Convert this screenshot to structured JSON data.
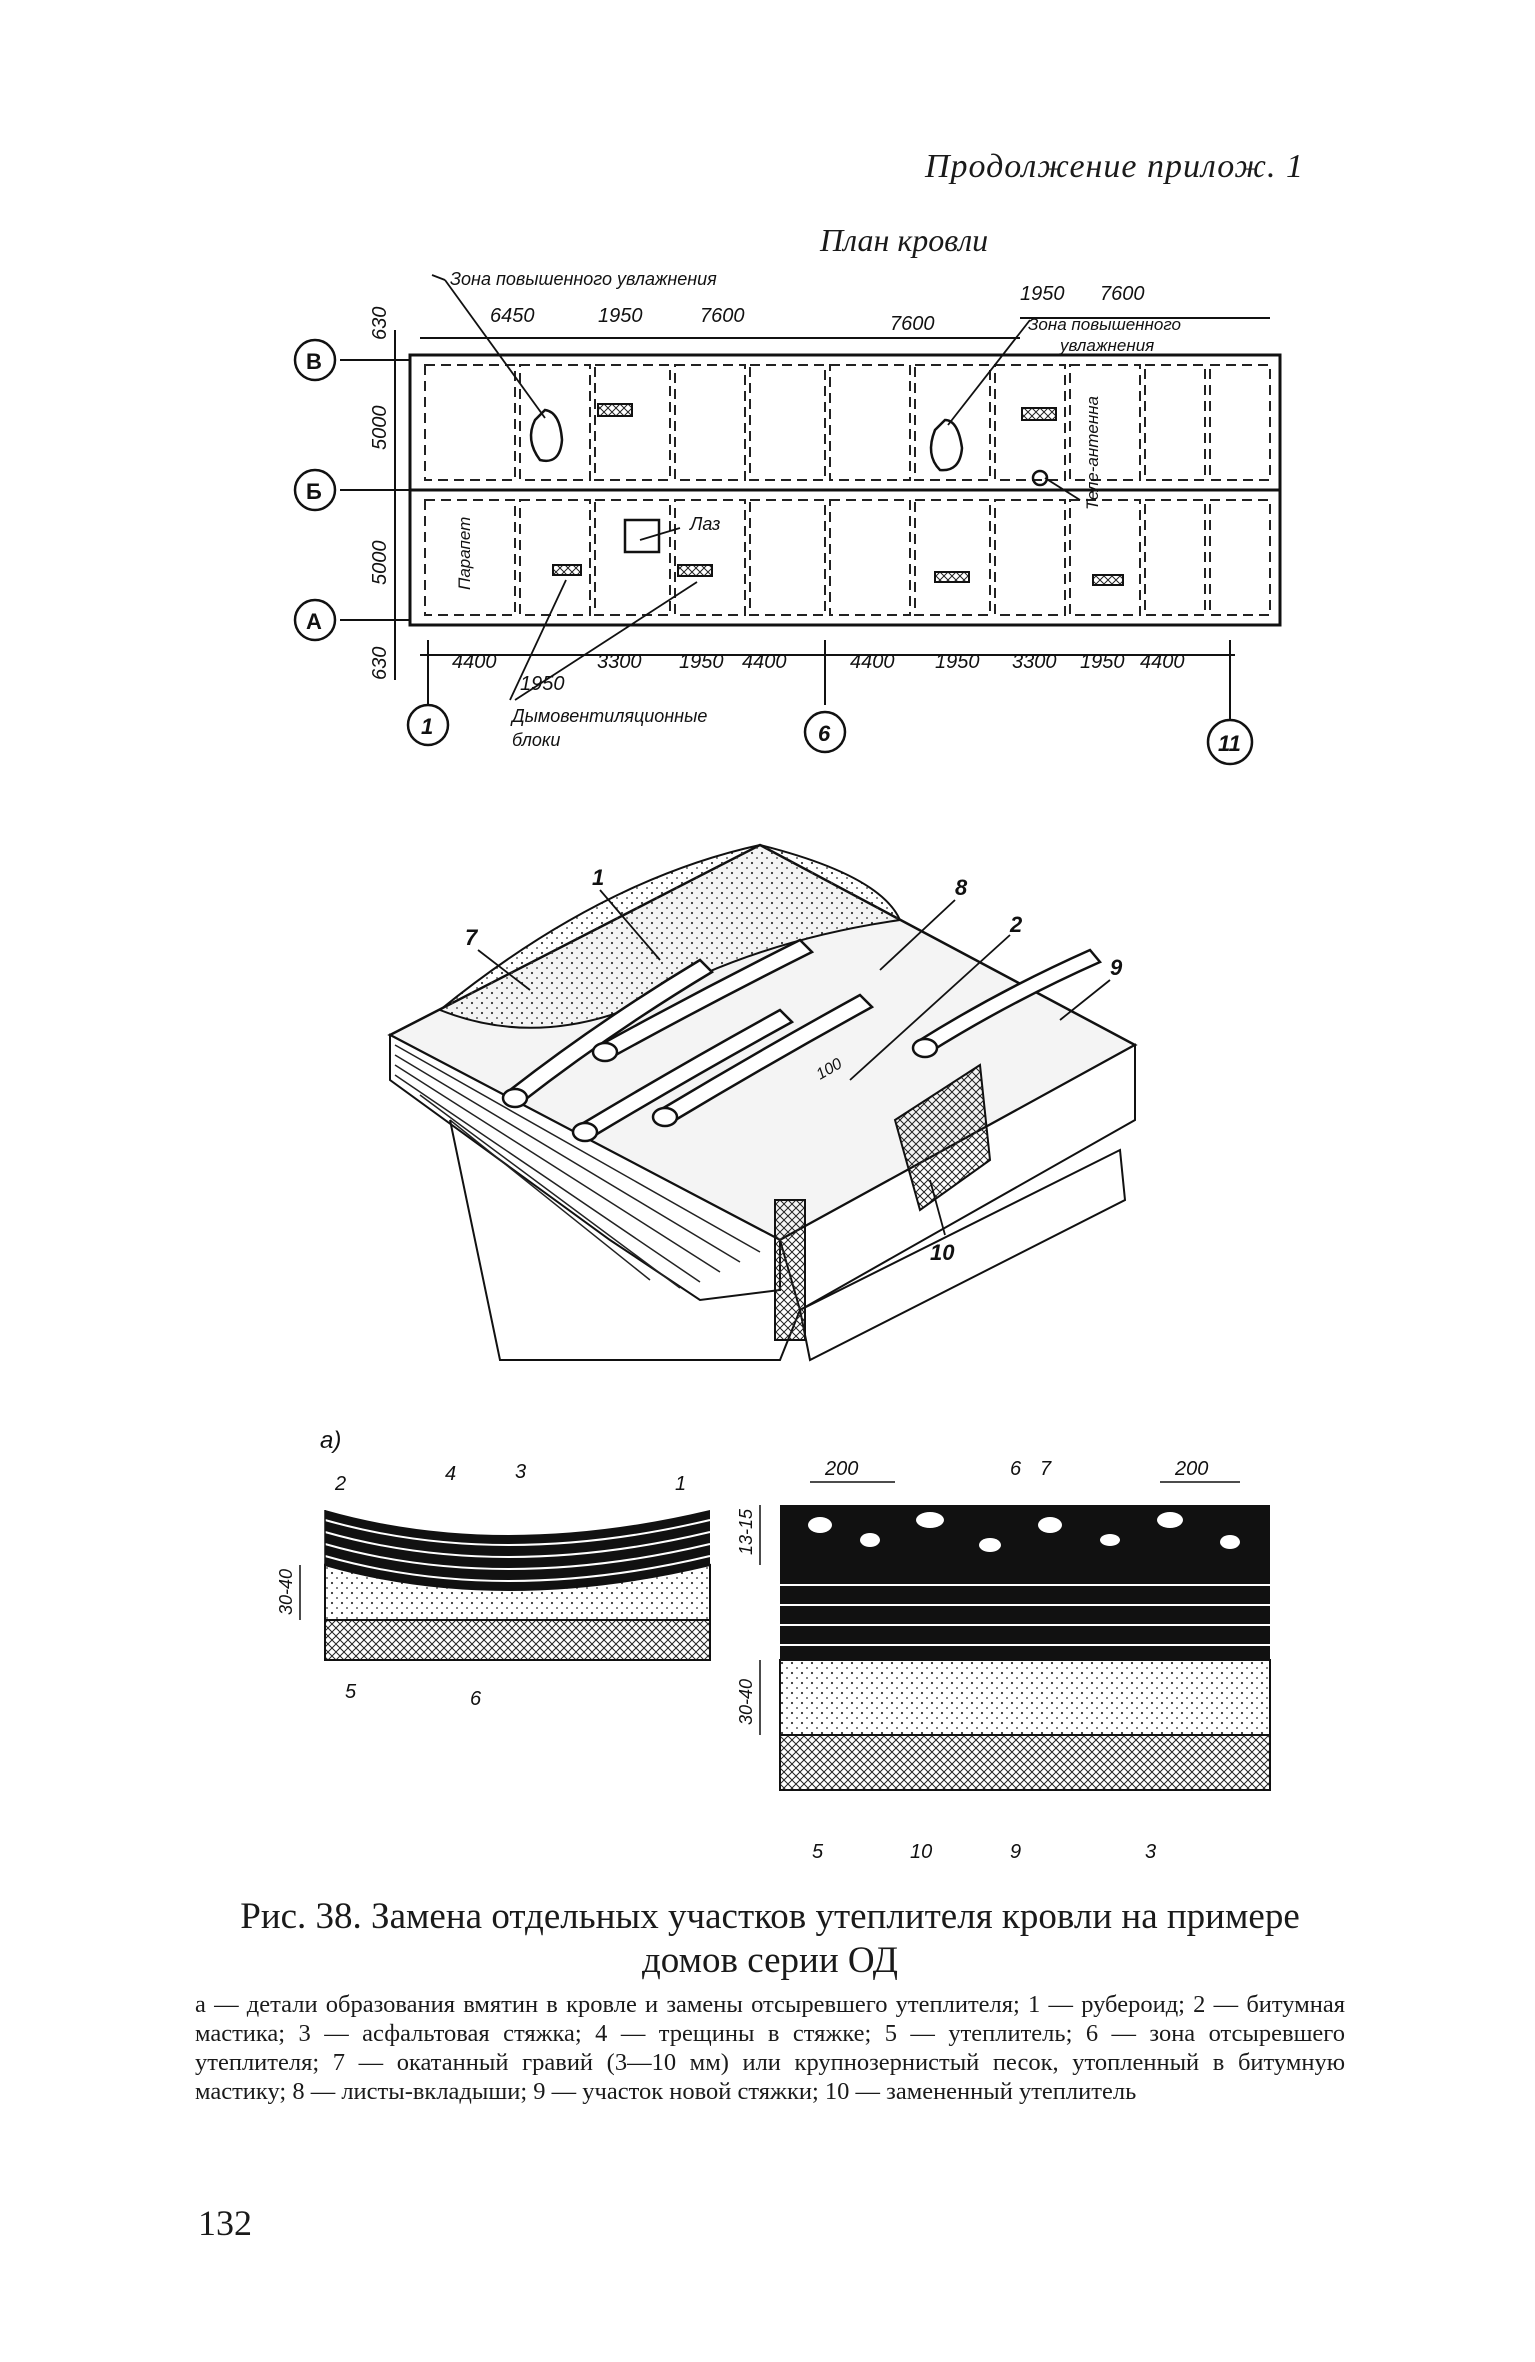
{
  "header": {
    "continuation": "Продолжение прилож. 1"
  },
  "plan": {
    "title": "План кровли",
    "axes_rows": [
      "В",
      "Б",
      "А"
    ],
    "axes_cols": [
      "1",
      "6",
      "11"
    ],
    "dims_top": [
      "6450",
      "1950",
      "7600",
      "7600",
      "1950",
      "7600"
    ],
    "dims_bottom": [
      "4400",
      "3300",
      "1950",
      "4400",
      "4400",
      "1950",
      "3300",
      "1950",
      "4400"
    ],
    "dim_under": "1950",
    "dims_left": [
      "630",
      "5000",
      "5000",
      "630"
    ],
    "labels": {
      "wet_zone_left": "Зона повышенного увлажнения",
      "wet_zone_right_1": "Зона повышенного",
      "wet_zone_right_2": "увлажнения",
      "parapet": "Парапет",
      "hatch": "Лаз",
      "antenna": "Теле-антенна",
      "vent_blocks_1": "Дымовентиляционные",
      "vent_blocks_2": "блоки"
    }
  },
  "isometric": {
    "callouts": [
      "1",
      "7",
      "8",
      "2",
      "9",
      "10",
      "100"
    ]
  },
  "sections": {
    "label": "а)",
    "left_callouts": [
      "2",
      "4",
      "3",
      "1",
      "5",
      "6"
    ],
    "left_dim": "30-40",
    "right_callouts": [
      "6",
      "7",
      "5",
      "10",
      "9",
      "3"
    ],
    "right_dims_top": [
      "200",
      "200"
    ],
    "right_dim_gravel": "13-15",
    "right_dim_screed": "30-40"
  },
  "caption": {
    "line1": "Рис. 38. Замена отдельных участков утеплителя кровли на примере",
    "line2": "домов серии ОД"
  },
  "legend": "а — детали образования вмятин в кровле и замены отсыревшего утеплителя; 1 — рубероид; 2 — битумная мастика; 3 — асфальтовая стяжка; 4 — трещины в стяжке; 5 — утеплитель; 6 — зона отсыревшего утеплителя; 7 — окатанный гравий (3—10 мм) или крупнозернистый песок, утопленный в битумную мастику; 8 — листы-вкладыши; 9 — участок новой стяжки; 10 — замененный утеплитель",
  "page_number": "132"
}
